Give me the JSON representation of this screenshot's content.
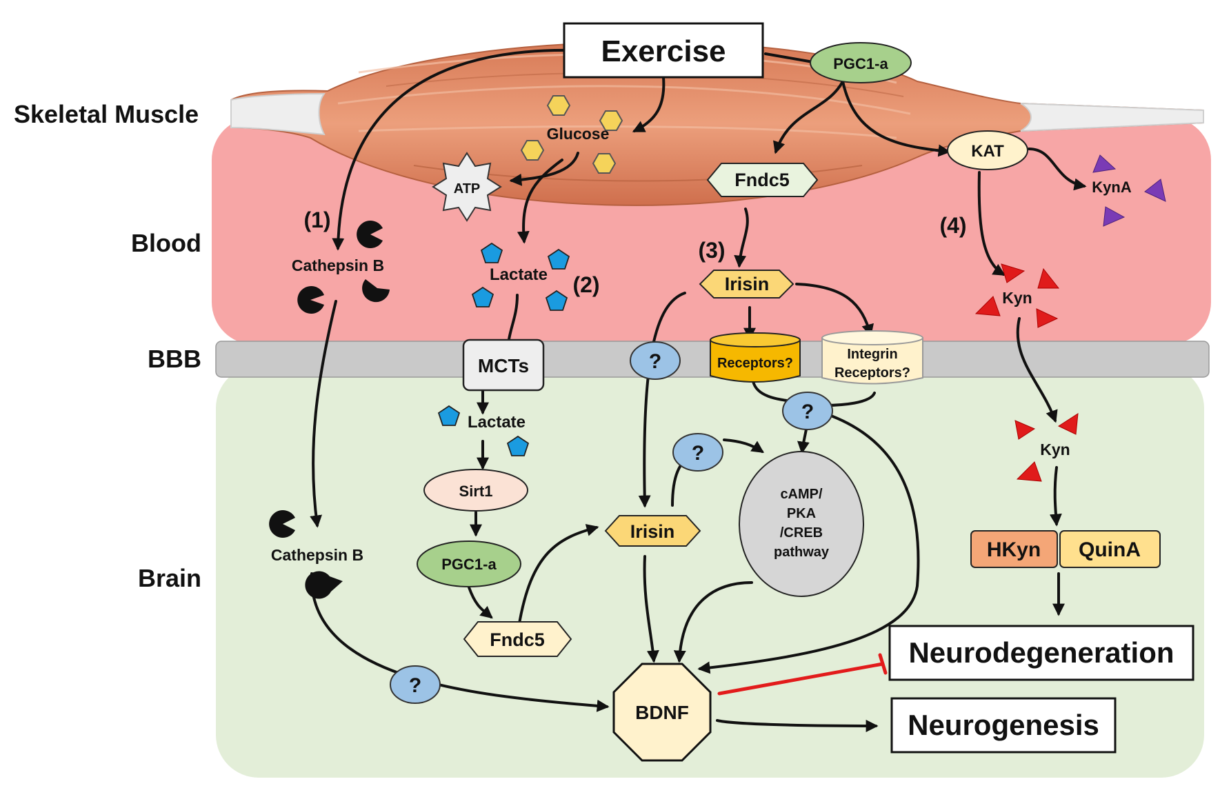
{
  "regions": {
    "skeletal_muscle": "Skeletal Muscle",
    "blood": "Blood",
    "bbb": "BBB",
    "brain": "Brain"
  },
  "nodes": {
    "exercise": "Exercise",
    "pgc1a_muscle": "PGC1-a",
    "glucose": "Glucose",
    "atp": "ATP",
    "kat": "KAT",
    "kyna": "KynA",
    "fndc5_muscle": "Fndc5",
    "cathepsin_b_blood": "Cathepsin B",
    "lactate_blood": "Lactate",
    "irisin_blood": "Irisin",
    "kyn_blood": "Kyn",
    "mcts": "MCTs",
    "receptors": "Receptors?",
    "integrin_line1": "Integrin",
    "integrin_line2": "Receptors?",
    "lactate_brain": "Lactate",
    "sirt1": "Sirt1",
    "pgc1a_brain": "PGC1-a",
    "fndc5_brain": "Fndc5",
    "irisin_brain": "Irisin",
    "camp_line1": "cAMP/",
    "camp_line2": "PKA",
    "camp_line3": "/CREB",
    "camp_line4": "pathway",
    "kyn_brain": "Kyn",
    "hkyn": "HKyn",
    "quina": "QuinA",
    "cathepsin_b_brain": "Cathepsin B",
    "bdnf": "BDNF",
    "neurodegeneration": "Neurodegeneration",
    "neurogenesis": "Neurogenesis"
  },
  "question_mark": "?",
  "pathway_labels": {
    "p1": "(1)",
    "p2": "(2)",
    "p3": "(3)",
    "p4": "(4)"
  },
  "colors": {
    "blood": "#f7a6a6",
    "brain": "#e3eed8",
    "bbb": "#c9c9c9",
    "muscle": "#e0916c",
    "glucose": "#f5d35a",
    "lactate": "#1a9be0",
    "kyn": "#e01b1b",
    "kyna": "#7a3bb5",
    "question": "#9cc3e6",
    "pgc1a": "#a7d08c",
    "irisin": "#fbd777",
    "receptor": "#f6b800",
    "integrin": "#fff2cc",
    "hkyn": "#f4a677",
    "quina": "#ffe08e",
    "bdnf": "#fff2cc",
    "inhibit": "#e21b1b"
  }
}
